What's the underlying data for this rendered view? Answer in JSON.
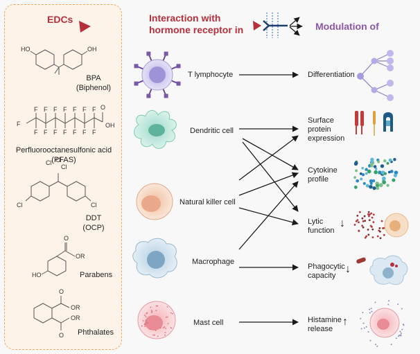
{
  "headers": {
    "edcs": "EDCs",
    "interaction_line1": "Interaction with",
    "interaction_line2": "hormone receptor in",
    "modulation": "Modulation of"
  },
  "chemicals": [
    {
      "name": "BPA",
      "abbr": "(Biphenol)"
    },
    {
      "name": "Perfluorooctanesulfonic acid",
      "abbr": "(PFAS)"
    },
    {
      "name": "DDT",
      "abbr": "(OCP)"
    },
    {
      "name": "Parabens",
      "abbr": ""
    },
    {
      "name": "Phthalates",
      "abbr": ""
    }
  ],
  "atoms": {
    "ho": "HO",
    "oh": "OH",
    "f": "F",
    "cl": "Cl",
    "o": "O",
    "or": "OR"
  },
  "cells": [
    {
      "name": "T lymphocyte",
      "color": "#c9c3ea"
    },
    {
      "name": "Dendritic cell",
      "color": "#bfe8dc"
    },
    {
      "name": "Natural killer cell",
      "color": "#f3cdb4"
    },
    {
      "name": "Macrophage",
      "color": "#c6dbe8"
    },
    {
      "name": "Mast cell",
      "color": "#f4c4c8"
    }
  ],
  "outcomes": [
    {
      "line1": "Differentiation",
      "line2": "",
      "line3": "",
      "arrow": ""
    },
    {
      "line1": "Surface",
      "line2": "protein",
      "line3": "expression",
      "arrow": ""
    },
    {
      "line1": "Cytokine",
      "line2": "profile",
      "line3": "",
      "arrow": ""
    },
    {
      "line1": "Lytic",
      "line2": "function",
      "line3": "",
      "arrow": "↓"
    },
    {
      "line1": "Phagocytic",
      "line2": "capacity",
      "line3": "",
      "arrow": "↓"
    },
    {
      "line1": "Histamine",
      "line2": "release",
      "line3": "",
      "arrow": "↑"
    }
  ],
  "colors": {
    "accent_red": "#b5303a",
    "accent_purple": "#8b57a8",
    "panel_fill": "#fdf3e9",
    "panel_border": "#f0a765"
  }
}
